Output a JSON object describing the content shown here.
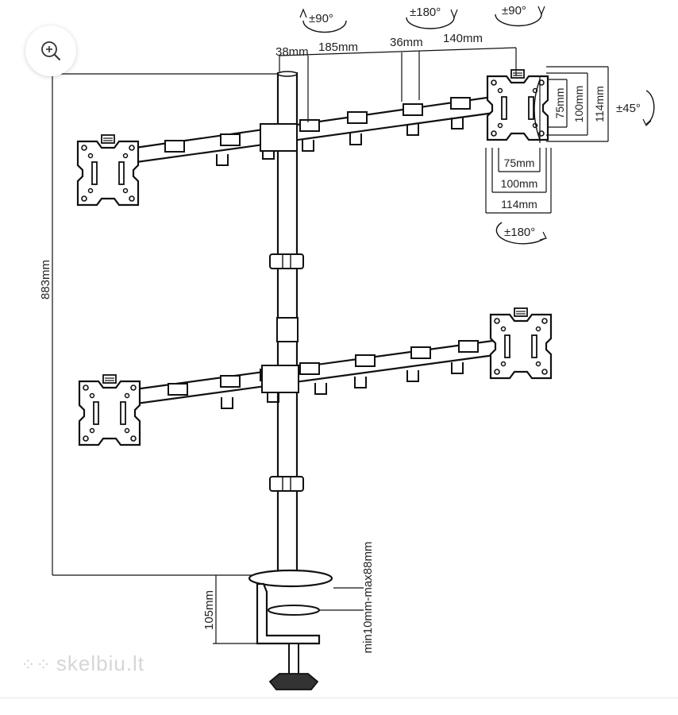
{
  "zoom_button": {
    "icon": "zoom-in-icon"
  },
  "rotation": {
    "top_left": "±90°",
    "top_mid": "±180°",
    "top_right": "±90°",
    "tilt": "±45°",
    "bottom": "±180°"
  },
  "top_dims": {
    "d1": "38mm",
    "d2": "185mm",
    "d3": "36mm",
    "d4": "140mm"
  },
  "vesa": {
    "v75": "75mm",
    "v100": "100mm",
    "v114": "114mm",
    "h75": "75mm",
    "h100": "100mm",
    "h114": "114mm"
  },
  "height_dim": "883mm",
  "clamp_dim": "105mm",
  "desk_thickness": "min10mm-max88mm",
  "watermark": "skelbiu.lt"
}
